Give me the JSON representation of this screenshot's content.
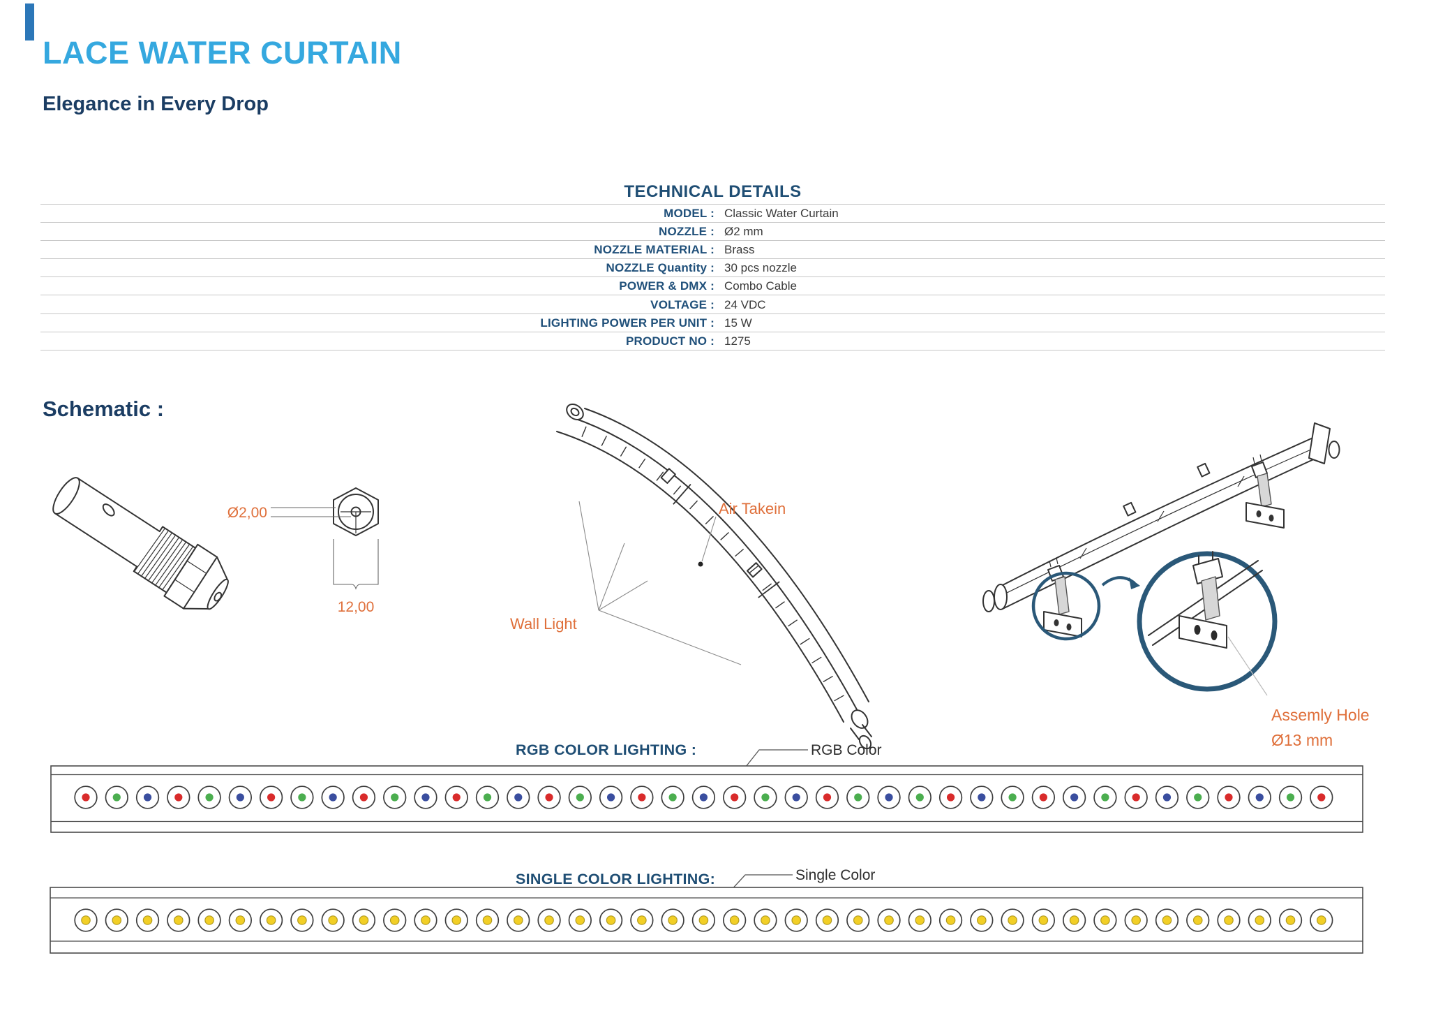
{
  "page": {
    "title": "LACE WATER CURTAIN",
    "subtitle": "Elegance in Every Drop"
  },
  "technical_details": {
    "heading": "TECHNICAL DETAILS",
    "rows": [
      {
        "label": "MODEL :",
        "value": "Classic Water Curtain"
      },
      {
        "label": "NOZZLE :",
        "value": "Ø2 mm"
      },
      {
        "label": "NOZZLE MATERIAL :",
        "value": "Brass"
      },
      {
        "label": "NOZZLE Quantity :",
        "value": "30 pcs nozzle"
      },
      {
        "label": "POWER & DMX :",
        "value": "Combo Cable"
      },
      {
        "label": "VOLTAGE :",
        "value": "24 VDC"
      },
      {
        "label": "LIGHTING POWER PER UNIT :",
        "value": "15 W"
      },
      {
        "label": "PRODUCT NO :",
        "value": "1275"
      }
    ]
  },
  "schematic": {
    "heading": "Schematic :",
    "labels": {
      "nozzle_diameter": "Ø2,00",
      "nozzle_width": "12,00",
      "air_takein": "Air Takein",
      "wall_light": "Wall Light",
      "assembly_hole_line1": "Assemly Hole",
      "assembly_hole_line2": "Ø13 mm"
    }
  },
  "lighting": {
    "rgb": {
      "heading": "RGB COLOR LIGHTING :",
      "callout": "RGB Color",
      "sequence": [
        "r",
        "g",
        "b",
        "r",
        "g",
        "b",
        "r",
        "g",
        "b",
        "r",
        "g",
        "b",
        "r",
        "g",
        "b",
        "r",
        "g",
        "b",
        "r",
        "g",
        "b",
        "r",
        "g",
        "b",
        "r",
        "g",
        "b",
        "g",
        "r",
        "b",
        "g",
        "r",
        "b",
        "g",
        "r",
        "b",
        "g",
        "r",
        "b",
        "g",
        "r"
      ]
    },
    "single": {
      "heading": "SINGLE COLOR LIGHTING:",
      "callout": "Single Color",
      "count": 41,
      "dot": "y"
    }
  },
  "colors": {
    "accent_blue": "#35A8DF",
    "navy": "#1F4E74",
    "orange": "#DF6F3A",
    "detail_circle_blue": "#2A5878",
    "dot_red": "#D92B2B",
    "dot_green": "#4BAE4F",
    "dot_blue": "#3A4E9F",
    "dot_yellow": "#F2CF26"
  }
}
